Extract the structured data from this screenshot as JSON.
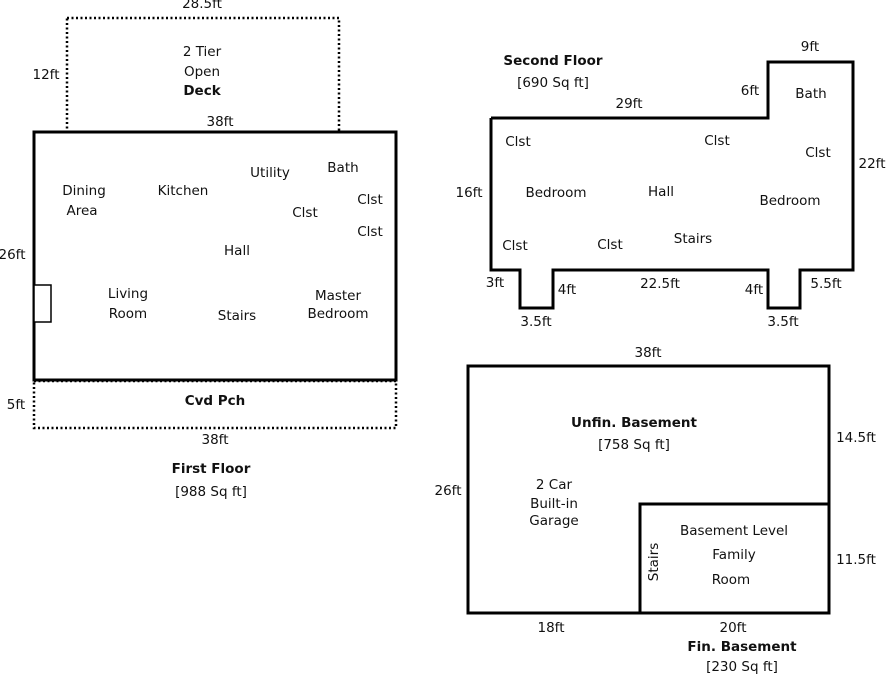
{
  "first_floor": {
    "title": "First Floor",
    "area": "[988 Sq ft]",
    "deck": {
      "label1": "2 Tier",
      "label2": "Open",
      "label3": "Deck",
      "width": "28.5ft",
      "depth": "12ft"
    },
    "dims": {
      "top": "38ft",
      "bottom": "38ft",
      "left": "26ft",
      "porch_depth": "5ft"
    },
    "porch": "Cvd Pch",
    "rooms": {
      "dining1": "Dining",
      "dining2": "Area",
      "kitchen": "Kitchen",
      "utility": "Utility",
      "bath": "Bath",
      "clst1": "Clst",
      "clst2": "Clst",
      "clst3": "Clst",
      "hall": "Hall",
      "living1": "Living",
      "living2": "Room",
      "stairs": "Stairs",
      "master1": "Master",
      "master2": "Bedroom"
    }
  },
  "second_floor": {
    "title": "Second Floor",
    "area": "[690 Sq ft]",
    "dims": {
      "top_width": "29ft",
      "step_height": "6ft",
      "bath_width": "9ft",
      "right": "22ft",
      "left": "16ft",
      "left_notch": "3ft",
      "notch1_depth": "4ft",
      "notch1_width": "3.5ft",
      "mid": "22.5ft",
      "notch2_depth": "4ft",
      "notch2_width": "3.5ft",
      "right_notch": "5.5ft"
    },
    "rooms": {
      "clst_tl": "Clst",
      "clst_tm": "Clst",
      "bath": "Bath",
      "clst_r": "Clst",
      "bedroom1": "Bedroom",
      "hall": "Hall",
      "bedroom2": "Bedroom",
      "clst_bl": "Clst",
      "clst_bm": "Clst",
      "stairs": "Stairs"
    }
  },
  "basement": {
    "top": "38ft",
    "unfin_title": "Unfin. Basement",
    "unfin_area": "[758 Sq ft]",
    "left": "26ft",
    "right_upper": "14.5ft",
    "right_lower": "11.5ft",
    "garage1": "2 Car",
    "garage2": "Built-in",
    "garage3": "Garage",
    "stairs": "Stairs",
    "family1": "Basement Level",
    "family2": "Family",
    "family3": "Room",
    "bottom_left": "18ft",
    "bottom_right": "20ft",
    "fin_title": "Fin. Basement",
    "fin_area": "[230 Sq ft]"
  }
}
